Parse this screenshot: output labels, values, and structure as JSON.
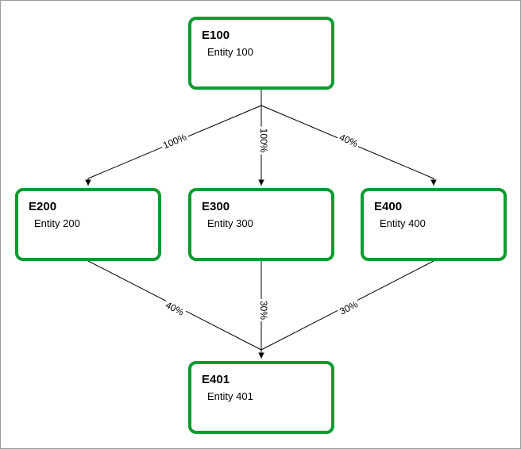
{
  "diagram": {
    "nodes": [
      {
        "id": "E100",
        "title": "E100",
        "subtitle": "Entity 100"
      },
      {
        "id": "E200",
        "title": "E200",
        "subtitle": "Entity 200"
      },
      {
        "id": "E300",
        "title": "E300",
        "subtitle": "Entity 300"
      },
      {
        "id": "E400",
        "title": "E400",
        "subtitle": "Entity 400"
      },
      {
        "id": "E401",
        "title": "E401",
        "subtitle": "Entity 401"
      }
    ],
    "edges": [
      {
        "from": "E100",
        "to": "E200",
        "label": "100%"
      },
      {
        "from": "E100",
        "to": "E300",
        "label": "100%"
      },
      {
        "from": "E100",
        "to": "E400",
        "label": "40%"
      },
      {
        "from": "E200",
        "to": "E401",
        "label": "40%"
      },
      {
        "from": "E300",
        "to": "E401",
        "label": "30%"
      },
      {
        "from": "E400",
        "to": "E401",
        "label": "30%"
      }
    ],
    "colors": {
      "node_border": "#0b9c31",
      "node_fill": "#ffffff",
      "edge": "#000000",
      "canvas_border": "#9b9b9b"
    }
  }
}
